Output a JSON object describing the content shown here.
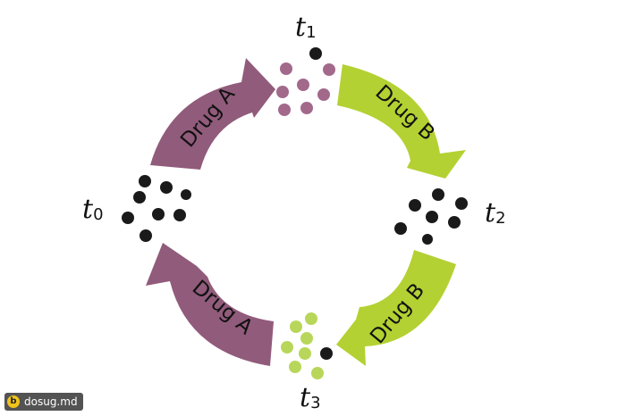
{
  "diagram": {
    "arrows": [
      {
        "label": "Drug A",
        "color": "#915b7b"
      },
      {
        "label": "Drug B",
        "color": "#b3d132"
      },
      {
        "label": "Drug B",
        "color": "#b3d132"
      },
      {
        "label": "Drug A",
        "color": "#915b7b"
      }
    ],
    "time_points": [
      {
        "base": "t",
        "sub": "0"
      },
      {
        "base": "t",
        "sub": "1"
      },
      {
        "base": "t",
        "sub": "2"
      },
      {
        "base": "t",
        "sub": "3"
      }
    ],
    "dot_colors": {
      "black": "#1a1a1a",
      "purple": "#a2698b",
      "green": "#b8d75a"
    }
  },
  "watermark": {
    "logo": "b",
    "text": "dosug.md"
  }
}
